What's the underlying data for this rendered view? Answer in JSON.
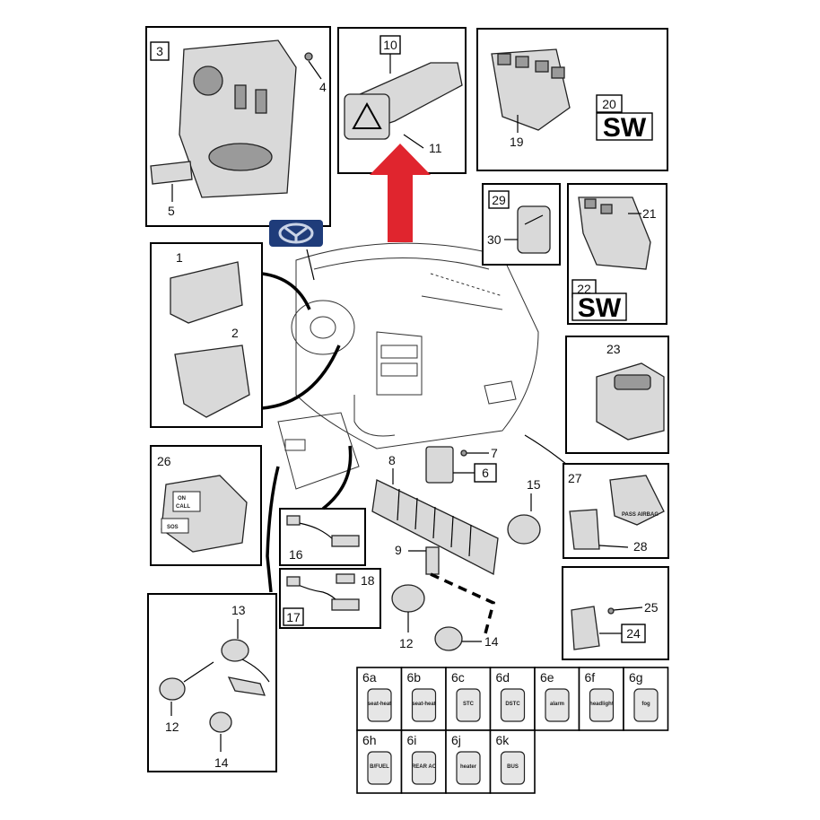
{
  "diagram": {
    "brand_colors": {
      "arrow": "#e0252e",
      "logo": "#1f3c7a"
    },
    "panels": {
      "p3": {
        "callouts": [
          "3",
          "4",
          "5"
        ]
      },
      "p10": {
        "callouts": [
          "10",
          "11"
        ]
      },
      "p20": {
        "callouts": [
          "20",
          "19"
        ],
        "sw": "SW"
      },
      "p29": {
        "callouts": [
          "29",
          "30"
        ]
      },
      "p21": {
        "callouts": [
          "21",
          "22"
        ],
        "sw": "SW"
      },
      "p12": {
        "callouts": [
          "1",
          "2"
        ]
      },
      "p23": {
        "callouts": [
          "23"
        ]
      },
      "p26": {
        "callouts": [
          "26"
        ],
        "button_text": [
          "ON",
          "CALL",
          "SOS"
        ]
      },
      "p27": {
        "callouts": [
          "27",
          "28"
        ],
        "knob_text": "PASS AIRBAG"
      },
      "p24": {
        "callouts": [
          "24",
          "25"
        ]
      },
      "p16": {
        "callouts": [
          "16"
        ]
      },
      "p17": {
        "callouts": [
          "17",
          "18"
        ]
      },
      "p13": {
        "callouts": [
          "13",
          "12",
          "14"
        ]
      }
    },
    "center_callouts": [
      "7",
      "6",
      "8",
      "15",
      "9",
      "12",
      "14"
    ],
    "switch_grid": [
      {
        "id": "6a",
        "icon": "seat-heat"
      },
      {
        "id": "6b",
        "icon": "seat-heat"
      },
      {
        "id": "6c",
        "icon": "STC"
      },
      {
        "id": "6d",
        "icon": "DSTC"
      },
      {
        "id": "6e",
        "icon": "alarm"
      },
      {
        "id": "6f",
        "icon": "headlight"
      },
      {
        "id": "6g",
        "icon": "fog"
      },
      {
        "id": "6h",
        "icon": "B/FUEL"
      },
      {
        "id": "6i",
        "icon": "REAR AC"
      },
      {
        "id": "6j",
        "icon": "heater"
      },
      {
        "id": "6k",
        "icon": "BUS"
      }
    ]
  }
}
